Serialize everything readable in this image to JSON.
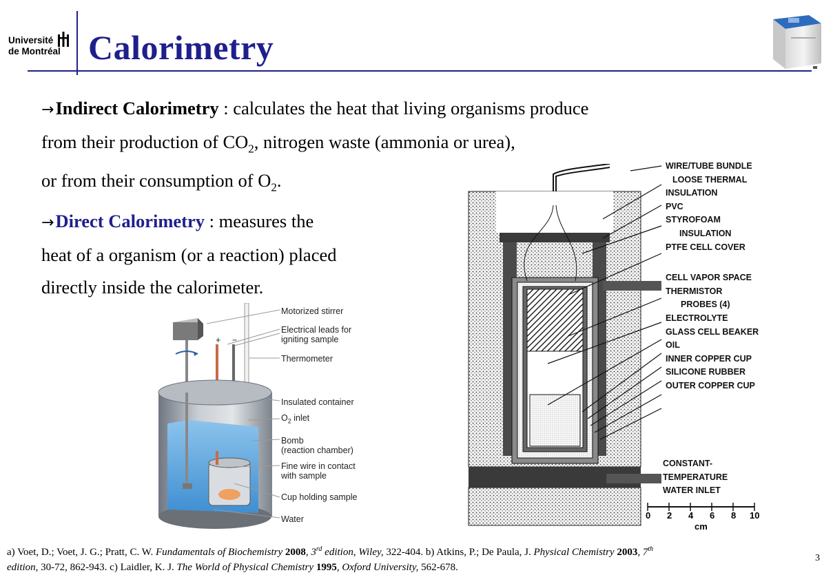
{
  "header": {
    "logo_line1": "Université",
    "logo_line2": "de Montréal",
    "title": "Calorimetry"
  },
  "indirect": {
    "term": "Indirect Calorimetry",
    "line1_rest": " : calculates the heat that living organisms produce",
    "line2_a": "from their production of CO",
    "line2_sub": "2",
    "line2_b": ", nitrogen waste (ammonia or urea),",
    "line3_a": "or from their consumption of O",
    "line3_sub": "2",
    "line3_b": "."
  },
  "direct": {
    "term": "Direct Calorimetry",
    "line1_rest": " : measures the",
    "line2": "heat of a organism (or a reaction) placed",
    "line3": "directly inside the calorimeter."
  },
  "bomb_diagram": {
    "labels": {
      "stirrer": "Motorized stirrer",
      "leads1": "Electrical leads for",
      "leads2": "igniting sample",
      "thermometer": "Thermometer",
      "container": "Insulated container",
      "o2": "O",
      "o2_sub": "2",
      "o2_rest": " inlet",
      "bomb1": "Bomb",
      "bomb2": "(reaction chamber)",
      "wire1": "Fine wire in contact",
      "wire2": "with sample",
      "cup": "Cup holding sample",
      "water": "Water",
      "plus": "+",
      "minus": "−"
    }
  },
  "cell_diagram": {
    "labels": [
      "WIRE/TUBE BUNDLE",
      "LOOSE THERMAL",
      "INSULATION",
      "PVC",
      "STYROFOAM",
      "INSULATION",
      "PTFE CELL COVER",
      "",
      "CELL VAPOR SPACE",
      "THERMISTOR",
      "PROBES (4)",
      "ELECTROLYTE",
      "GLASS CELL BEAKER",
      "OIL",
      "INNER COPPER CUP",
      "SILICONE RUBBER",
      "OUTER COPPER CUP"
    ],
    "water_labels": [
      "CONSTANT-",
      "TEMPERATURE",
      "WATER INLET"
    ],
    "scale_ticks": [
      "0",
      "2",
      "4",
      "6",
      "8",
      "10"
    ],
    "scale_unit": "cm"
  },
  "references": {
    "a1": "a) Voet, D.; Voet, J. G.; Pratt, C. W. ",
    "a_book": "Fundamentals of Biochemistry",
    "a_year": " 2008",
    "a_ed": ", 3",
    "a_ed_sup": "rd",
    "a_ed2": " edition, Wiley,",
    "a_pages": " 322-404. b) Atkins, P.; De Paula, J. ",
    "b_book": "Physical Chemistry",
    "b_year": " 2003",
    "b_ed": ", 7",
    "b_ed_sup": "th",
    "b_ed2": "edition",
    "b_pages": ", 30-72, 862-943. c) Laidler, K. J. ",
    "c_book": "The World of Physical Chemistry",
    "c_year": " 1995",
    "c_pub": ", Oxford University,",
    "c_pages": " 562-678."
  },
  "page_number": "3"
}
